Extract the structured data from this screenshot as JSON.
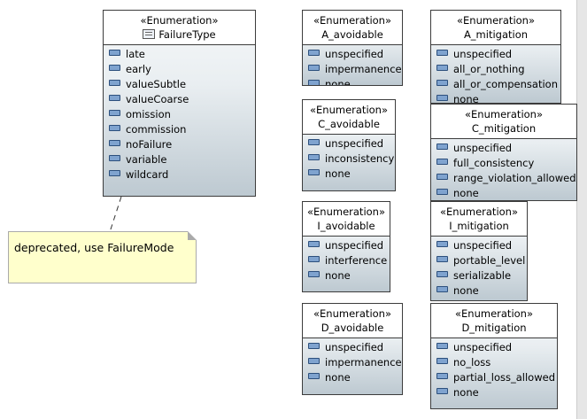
{
  "classes": [
    {
      "id": "failuretype",
      "stereotype": "«Enumeration»",
      "name": "FailureType",
      "literals": [
        "late",
        "early",
        "valueSubtle",
        "valueCoarse",
        "omission",
        "commission",
        "noFailure",
        "variable",
        "wildcard"
      ]
    },
    {
      "id": "a-avoidable",
      "stereotype": "«Enumeration»",
      "name": "A_avoidable",
      "literals": [
        "unspecified",
        "impermanence",
        "none"
      ]
    },
    {
      "id": "a-mitigation",
      "stereotype": "«Enumeration»",
      "name": "A_mitigation",
      "literals": [
        "unspecified",
        "all_or_nothing",
        "all_or_compensation",
        "none"
      ]
    },
    {
      "id": "c-avoidable",
      "stereotype": "«Enumeration»",
      "name": "C_avoidable",
      "literals": [
        "unspecified",
        "inconsistency",
        "none"
      ]
    },
    {
      "id": "c-mitigation",
      "stereotype": "«Enumeration»",
      "name": "C_mitigation",
      "literals": [
        "unspecified",
        "full_consistency",
        "range_violation_allowed",
        "none"
      ]
    },
    {
      "id": "i-avoidable",
      "stereotype": "«Enumeration»",
      "name": "I_avoidable",
      "literals": [
        "unspecified",
        "interference",
        "none"
      ]
    },
    {
      "id": "i-mitigation",
      "stereotype": "«Enumeration»",
      "name": "I_mitigation",
      "literals": [
        "unspecified",
        "portable_level",
        "serializable",
        "none"
      ]
    },
    {
      "id": "d-avoidable",
      "stereotype": "«Enumeration»",
      "name": "D_avoidable",
      "literals": [
        "unspecified",
        "impermanence",
        "none"
      ]
    },
    {
      "id": "d-mitigation",
      "stereotype": "«Enumeration»",
      "name": "D_mitigation",
      "literals": [
        "unspecified",
        "no_loss",
        "partial_loss_allowed",
        "none"
      ]
    }
  ],
  "note": {
    "text": "deprecated, use FailureMode"
  },
  "icons": {
    "class_icon": "enumeration-icon",
    "literal_icon": "enumeration-literal-icon"
  },
  "colors": {
    "note_fill": "#ffffcc",
    "box_gradient_bottom": "#bdc9d1",
    "literal_icon": "#7fa3cf"
  }
}
